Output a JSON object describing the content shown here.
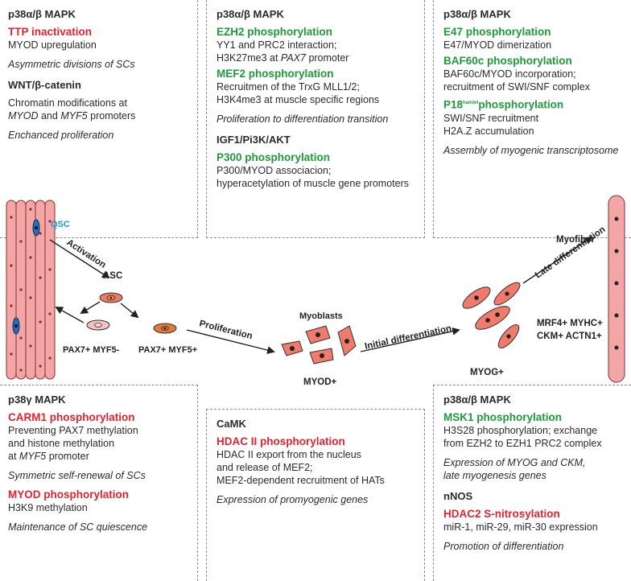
{
  "panels": {
    "top_left": {
      "sec1": "p38α/β MAPK",
      "h1": "TTP inactivation",
      "b1": "MYOD upregulation",
      "i1": "Asymmetric divisions of SCs",
      "sec2": "WNT/β-catenin",
      "b2a": "Chromatin modifications at",
      "b2b_em1": "MYOD",
      "b2b_mid": " and ",
      "b2b_em2": "MYF5",
      "b2b_tail": " promoters",
      "i2": "Enchanced proliferation"
    },
    "top_mid": {
      "sec1": "p38α/β MAPK",
      "h1": "EZH2 phosphorylation",
      "b1a": "YY1 and PRC2 interaction;",
      "b1b": "H3K27me3 at ",
      "b1b_em": "PAX7",
      "b1b_tail": " promoter",
      "h2": "MEF2  phosphorylation",
      "b2a": "Recruitmen of the TrxG  MLL1/2;",
      "b2b": "H3K4me3 at muscle specific regions",
      "i1": "Proliferation to differentiation transition",
      "sec2": "IGF1/Pi3K/AKT",
      "h3": "P300 phosphorylation",
      "b3a": "P300/MYOD associacion;",
      "b3b": "hyperacetylation of muscle gene promoters"
    },
    "top_right": {
      "sec1": "p38α/β MAPK",
      "h1": "E47 phosphorylation",
      "b1": "E47/MYOD dimerization",
      "h2": "BAF60c phosphorylation",
      "b2a": "BAF60c/MYOD incorporation;",
      "b2b": "recruitment of SWI/SNF complex",
      "h3a": "P18",
      "h3sup": "hamlet",
      "h3b": "phosphorylation",
      "b3a": "SWI/SNF recruitment",
      "b3b": "H2A.Z accumulation",
      "i1": "Assembly of myogenic transcriptosome"
    },
    "bottom_left": {
      "sec1": "p38γ MAPK",
      "h1": "CARM1 phosphorylation",
      "b1a": "Preventing PAX7 methylation",
      "b1b": "and histone methylation",
      "b1c": "at ",
      "b1c_em": "MYF5",
      "b1c_tail": " promoter",
      "i1": "Symmetric self-renewal of SCs",
      "h2": "MYOD phosphorylation",
      "b2": "H3K9 methylation",
      "i2": "Maintenance of SC quiescence"
    },
    "bottom_mid": {
      "sec1": "CaMK",
      "h1": "HDAC II phosphorylation",
      "b1a": "HDAC II export from the nucleus",
      "b1b": "and release of MEF2;",
      "b1c": "MEF2-dependent recruitment of HATs",
      "i1": "Expression of promyogenic genes"
    },
    "bottom_right": {
      "sec1": "p38α/β MAPK",
      "h1": "MSK1 phosphorylation",
      "b1a": "H3S28 phosphorylation; exchange",
      "b1b": "from EZH2 to EZH1 PRC2 complex",
      "i1a": "Expression of MYOG and CKM,",
      "i1b": "late myogenesis genes",
      "sec2": "nNOS",
      "h2": "HDAC2 S-nitrosylation",
      "b2": "miR-1, miR-29, miR-30 expression",
      "i2": "Promotion of differentiation"
    }
  },
  "diagram": {
    "qsc": "QSC",
    "activation": "Activation",
    "asc": "ASC",
    "pax7_myf5_neg": "PAX7+ MYF5-",
    "pax7_myf5_pos": "PAX7+ MYF5+",
    "proliferation": "Proliferation",
    "myoblasts": "Myoblasts",
    "myod_pos": "MYOD+",
    "initial_diff": "Initial differentiation",
    "myog_pos": "MYOG+",
    "late_diff": "Late differentiation",
    "myofiber": "Myofiber",
    "markers_1": "MRF4+ MYHC+",
    "markers_2": "CKM+ ACTN1+"
  },
  "colors": {
    "red_heading": "#e0242f",
    "green_heading": "#1e9a3a",
    "qsc_label": "#1a9ad6",
    "fiber_fill": "#f2a6a6",
    "fiber_stroke": "#8c2b2b",
    "cell_fill": "#f07a6c",
    "nucleus": "#222222",
    "blue_nucleus": "#1f6fc2",
    "asc_nucleus": "#f08a1c"
  }
}
